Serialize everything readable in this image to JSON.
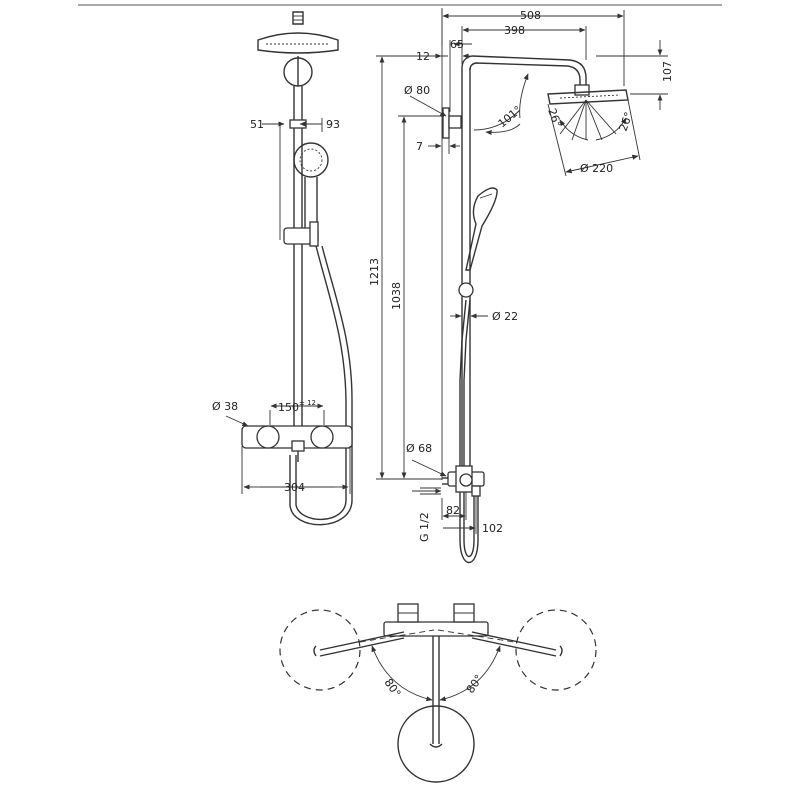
{
  "front_view": {
    "width_right": "93",
    "width_left": "51",
    "mixer_dia": "Ø 38",
    "spacing": "150",
    "spacing_tol": "± 12",
    "total_width": "304"
  },
  "side_view": {
    "reach": "508",
    "arm_reach": "398",
    "offset_65": "65",
    "offset_12": "12",
    "head_height": "107",
    "wall_dia": "Ø 80",
    "arm_angle": "101°",
    "tilt_left": "26°",
    "tilt_right": "26°",
    "head_dia": "Ø 220",
    "wall_gap": "7",
    "height_total": "1213",
    "height_bar": "1038",
    "pipe_dia": "Ø 22",
    "escutcheon_dia": "Ø 68",
    "thread": "G 1/2",
    "depth_82": "82",
    "depth_102": "102"
  },
  "top_view": {
    "angle_left": "80°",
    "angle_right": "80°"
  }
}
